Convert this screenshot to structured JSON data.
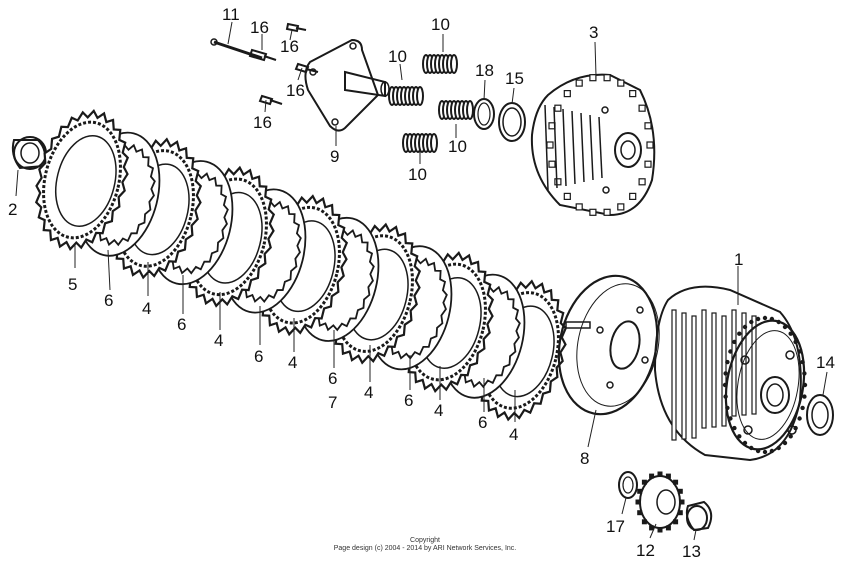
{
  "callouts": {
    "p1": "1",
    "p2": "2",
    "p3": "3",
    "p4a": "4",
    "p4b": "4",
    "p4c": "4",
    "p4d": "4",
    "p4e": "4",
    "p4f": "4",
    "p5": "5",
    "p6a": "6",
    "p6b": "6",
    "p6c": "6",
    "p6d": "6",
    "p6e": "6",
    "p6f": "6",
    "p7": "7",
    "p8": "8",
    "p9": "9",
    "p10a": "10",
    "p10b": "10",
    "p10c": "10",
    "p10d": "10",
    "p11": "11",
    "p12": "12",
    "p13": "13",
    "p14": "14",
    "p15": "15",
    "p16a": "16",
    "p16b": "16",
    "p16c": "16",
    "p16d": "16",
    "p17": "17",
    "p18": "18"
  },
  "footer": {
    "copyright": "Copyright",
    "page": "Page design (c) 2004 - 2014 by ARI Network Services, Inc."
  }
}
